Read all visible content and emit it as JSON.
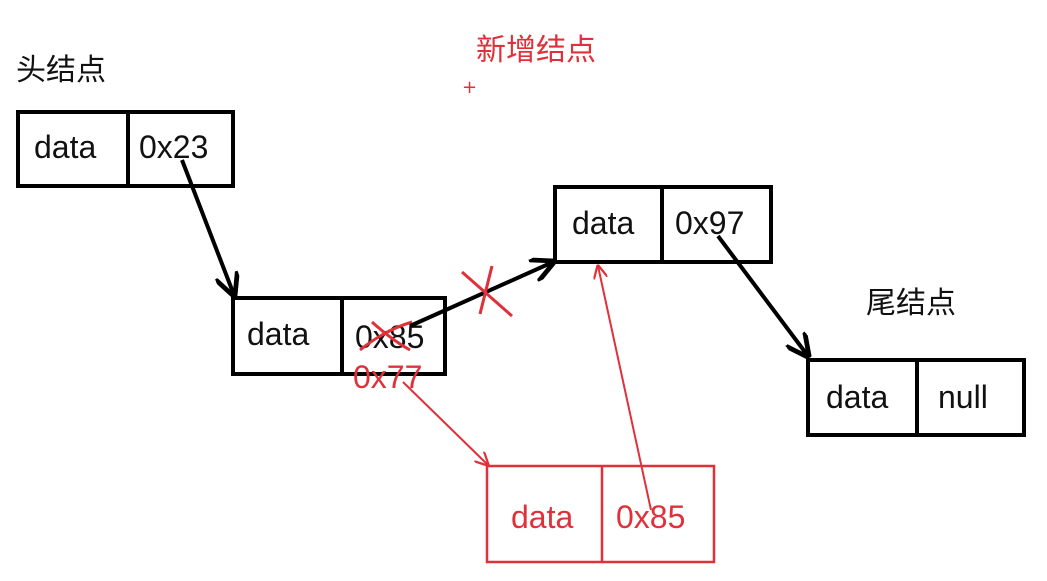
{
  "labels": {
    "head": "头结点",
    "new_node": "新增结点",
    "tail": "尾结点",
    "plus_mark": "+"
  },
  "nodes": {
    "head": {
      "data": "data",
      "next": "0x23"
    },
    "second": {
      "data": "data",
      "next_old": "0x85",
      "next_new": "0x77"
    },
    "third": {
      "data": "data",
      "next": "0x97"
    },
    "tail": {
      "data": "data",
      "next": "null"
    },
    "new": {
      "data": "data",
      "next": "0x85"
    }
  },
  "colors": {
    "existing": "#000000",
    "added": "#e0303a"
  }
}
